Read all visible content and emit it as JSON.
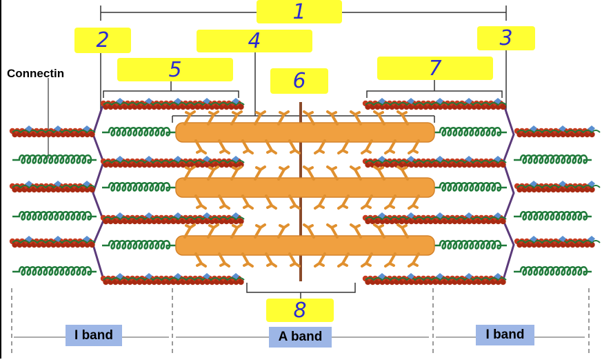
{
  "labels": {
    "connectin": "Connectin",
    "i_band_left": "I band",
    "a_band": "A band",
    "i_band_right": "I band"
  },
  "markers": [
    "1",
    "2",
    "3",
    "4",
    "5",
    "6",
    "7",
    "8"
  ],
  "colors": {
    "highlight": "#ffff33",
    "marker_ink": "#2b2bd1",
    "band_box": "#9db6e6",
    "thick_filament": "#f0a040",
    "actin_bead": "#c83a1e",
    "titin_spring": "#1f7a3a",
    "z_line": "#5b3a7a",
    "m_line": "#8a4a2a"
  }
}
